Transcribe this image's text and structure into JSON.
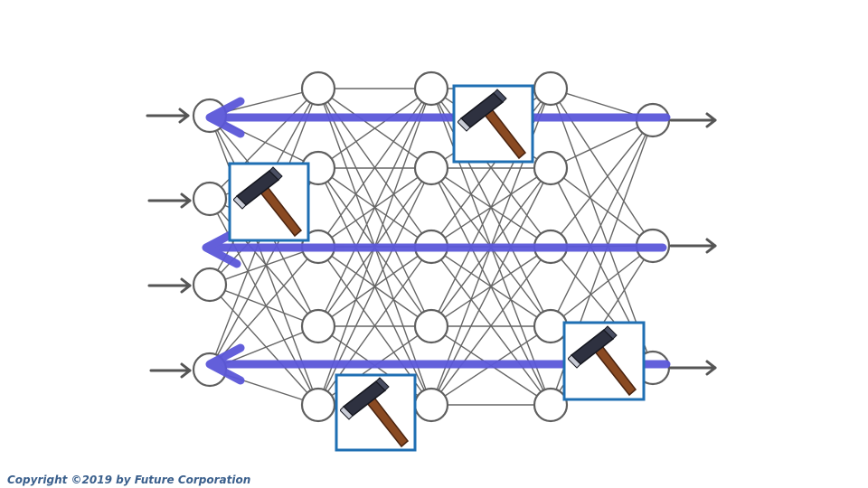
{
  "footer": {
    "copyright": "Copyright ©2019 by Future Corporation"
  },
  "colors": {
    "node_stroke": "#5f5f5f",
    "edge": "#666666",
    "arrow": "#555555",
    "backprop": "#5b57d9",
    "hammer_box": "#1f6fb3",
    "hammer_head": "#2e3140",
    "hammer_handle": "#8a4a22"
  },
  "icons": {
    "hammer": "hammer-icon",
    "backprop_arrow": "left-arrow-icon"
  },
  "network": {
    "layer_sizes": [
      4,
      5,
      5,
      5,
      3
    ],
    "input_arrow_count": 4,
    "output_arrow_count": 3,
    "backprop_arrow_count": 3,
    "hammer_count": 4
  }
}
